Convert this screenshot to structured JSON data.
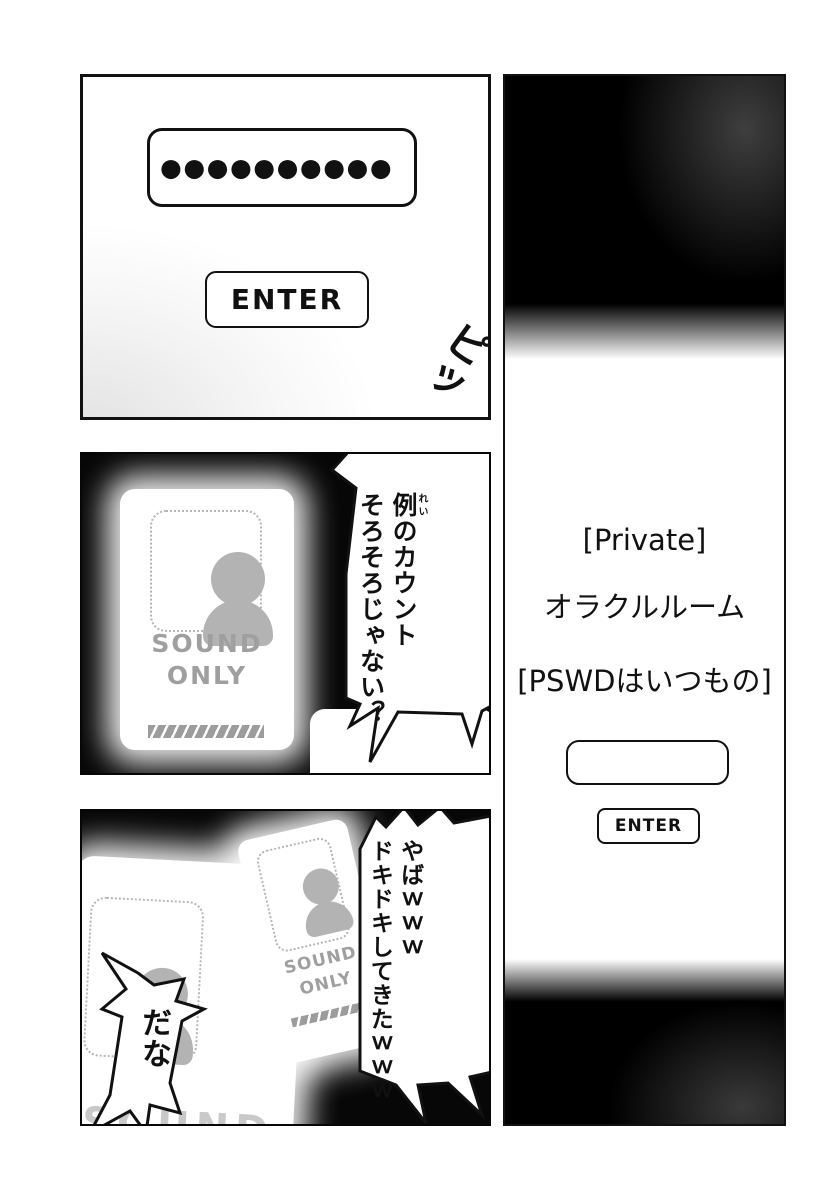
{
  "colors": {
    "ink": "#111111",
    "paper": "#ffffff",
    "panel_black": "#070707",
    "card_label_gray": "#9f9f9f",
    "faded_label_gray": "#c9c9c9",
    "avatar_gray": "#b3b3b3"
  },
  "login_panel": {
    "password_masked": "●●●●●●●●●●",
    "enter_label": "ENTER",
    "beep_sfx": "ピッ"
  },
  "sound_card": {
    "line1": "SOUND",
    "line2": "ONLY"
  },
  "chat_panel": {
    "bubble": {
      "ruby_base": "例",
      "ruby_text": "れい",
      "line1_suffix": "のカウント",
      "line2": "そろそろじゃない？"
    }
  },
  "reaction_panel": {
    "big_bubble": {
      "line1": "やばｗｗｗ",
      "line2": "ドキドキしてきたｗｗｗ"
    },
    "small_bubble": {
      "text": "だな"
    }
  },
  "room_panel": {
    "privacy_label": "[Private]",
    "room_name": "オラクルルーム",
    "password_hint": "[PSWDはいつもの]",
    "password_value": "",
    "enter_label": "ENTER"
  }
}
